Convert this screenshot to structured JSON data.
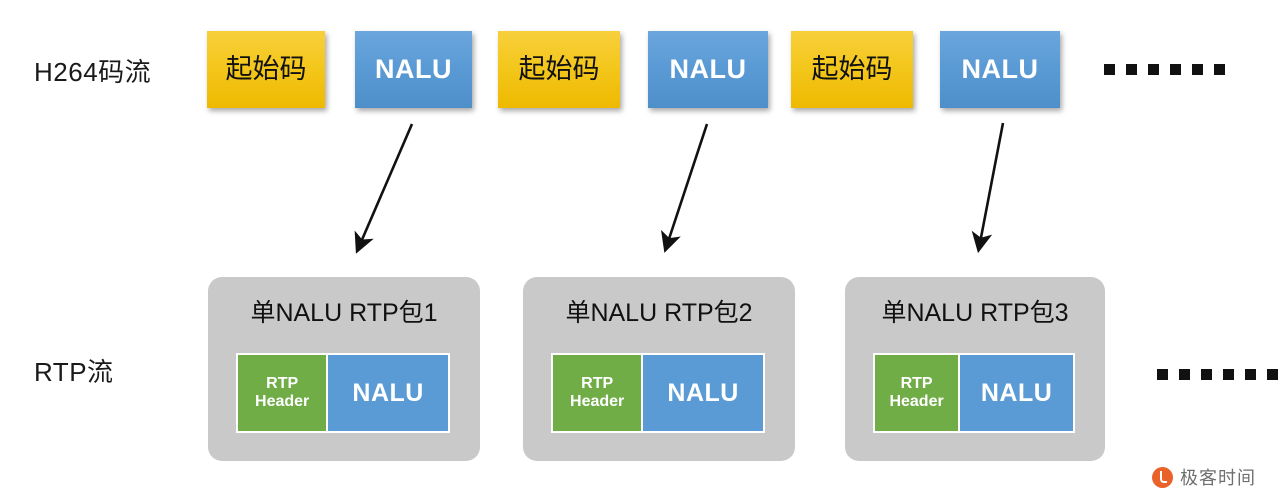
{
  "diagram": {
    "rows": {
      "h264_label": "H264码流",
      "rtp_label": "RTP流"
    },
    "h264_stream": {
      "blocks": [
        {
          "type": "start-code",
          "label": "起始码"
        },
        {
          "type": "nalu",
          "label": "NALU"
        },
        {
          "type": "start-code",
          "label": "起始码"
        },
        {
          "type": "nalu",
          "label": "NALU"
        },
        {
          "type": "start-code",
          "label": "起始码"
        },
        {
          "type": "nalu",
          "label": "NALU"
        }
      ],
      "ellipsis_dots": 6
    },
    "rtp_stream": {
      "packets": [
        {
          "title": "单NALU RTP包1",
          "header_line1": "RTP",
          "header_line2": "Header",
          "payload": "NALU"
        },
        {
          "title": "单NALU RTP包2",
          "header_line1": "RTP",
          "header_line2": "Header",
          "payload": "NALU"
        },
        {
          "title": "单NALU RTP包3",
          "header_line1": "RTP",
          "header_line2": "Header",
          "payload": "NALU"
        }
      ],
      "ellipsis_dots": 6
    },
    "arrows": [
      {
        "from": "nalu-1",
        "to": "packet-1"
      },
      {
        "from": "nalu-2",
        "to": "packet-2"
      },
      {
        "from": "nalu-3",
        "to": "packet-3"
      }
    ],
    "colors": {
      "start_code": "#f4c81f",
      "nalu": "#5b9bd5",
      "rtp_header": "#70ad47",
      "packet_container": "#c9c9c9",
      "arrow": "#111111",
      "watermark": "#e8622a"
    },
    "watermark": {
      "text": "极客时间",
      "icon": "geekbang-logo-icon"
    }
  }
}
